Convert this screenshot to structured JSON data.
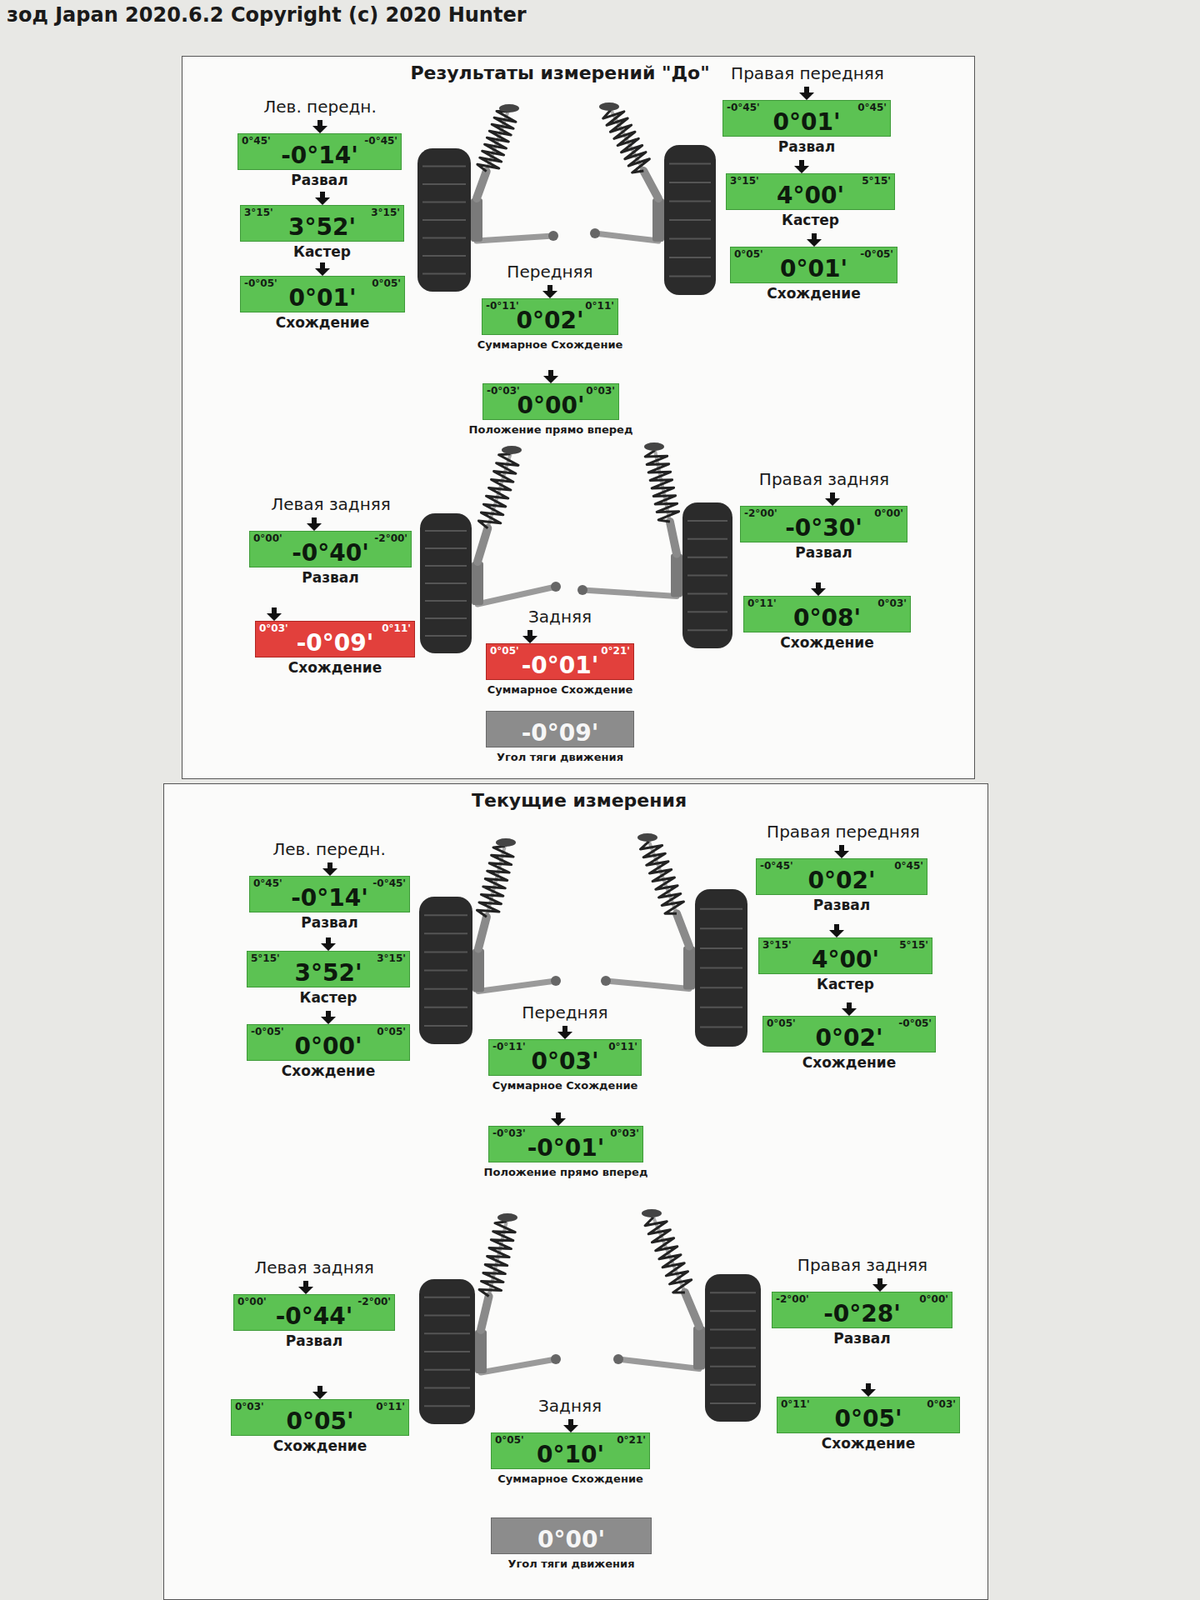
{
  "diagram": {
    "nodes": [
      {
        "text": [
          "Результаты измерений \"До\""
        ]
      },
      {
        "text": [
          "-0°14'",
          "0°45'",
          "-0°45'",
          "Развал"
        ],
        "in": 0
      },
      {
        "text": [
          "3°52'",
          "3°15'",
          "3°15'",
          "Кастер"
        ],
        "in": 0
      },
      {
        "text": [
          "0°01'",
          "-0°05'",
          "0°05'",
          "Схождение"
        ],
        "in": 0
      },
      {
        "text": [
          "0°01'",
          "-0°45'",
          "0°45'",
          "Развал"
        ],
        "in": 0
      },
      {
        "text": [
          "4°00'",
          "3°15'",
          "5°15'",
          "Кастер"
        ],
        "in": 0
      },
      {
        "text": [
          "0°01'",
          "0°05'",
          "-0°05'",
          "Схождение"
        ],
        "in": 0
      },
      {
        "text": [
          "0°02'",
          "-0°11'",
          "0°11'",
          "Суммарное Схождение"
        ],
        "in": 0
      },
      {
        "text": [
          "0°00'",
          "-0°03'",
          "0°03'",
          "Положение прямо вперед"
        ],
        "in": 0
      },
      {
        "text": [
          "-0°40'",
          "0°00'",
          "-2°00'",
          "Развал"
        ],
        "in": 0
      },
      {
        "text": [
          "-0°09'",
          "0°03'",
          "0°11'",
          "Схождение"
        ],
        "in": 0
      },
      {
        "text": [
          "-0°30'",
          "-2°00'",
          "0°00'",
          "Развал"
        ],
        "in": 0
      },
      {
        "text": [
          "0°08'",
          "0°11'",
          "0°03'",
          "Схождение"
        ],
        "in": 0
      },
      {
        "text": [
          "-0°01'",
          "0°05'",
          "0°21'",
          "Суммарное Схождение"
        ],
        "in": 0
      },
      {
        "text": [
          "-0°09'",
          "Угол тяги движения"
        ],
        "in": 0
      },
      {
        "text": [
          "Текущие измерения"
        ]
      },
      {
        "text": [
          "-0°14'",
          "0°45'",
          "-0°45'",
          "Развал"
        ],
        "in": 15
      },
      {
        "text": [
          "3°52'",
          "5°15'",
          "3°15'",
          "Кастер"
        ],
        "in": 15
      },
      {
        "text": [
          "0°00'",
          "-0°05'",
          "0°05'",
          "Схождение"
        ],
        "in": 15
      },
      {
        "text": [
          "0°02'",
          "-0°45'",
          "0°45'",
          "Развал"
        ],
        "in": 15
      },
      {
        "text": [
          "4°00'",
          "3°15'",
          "5°15'",
          "Кастер"
        ],
        "in": 15
      },
      {
        "text": [
          "0°02'",
          "0°05'",
          "-0°05'",
          "Схождение"
        ],
        "in": 15
      },
      {
        "text": [
          "0°03'",
          "-0°11'",
          "0°11'",
          "Суммарное Схождение"
        ],
        "in": 15
      },
      {
        "text": [
          "-0°01'",
          "-0°03'",
          "0°03'",
          "Положение прямо вперед"
        ],
        "in": 15
      },
      {
        "text": [
          "-0°44'",
          "0°00'",
          "-2°00'",
          "Развал"
        ],
        "in": 15
      },
      {
        "text": [
          "0°05'",
          "0°03'",
          "0°11'",
          "Схождение"
        ],
        "in": 15
      },
      {
        "text": [
          "-0°28'",
          "-2°00'",
          "0°00'",
          "Развал"
        ],
        "in": 15
      },
      {
        "text": [
          "0°05'",
          "0°11'",
          "0°03'",
          "Схождение"
        ],
        "in": 15
      },
      {
        "text": [
          "0°10'",
          "0°05'",
          "0°21'",
          "Суммарное Схождение"
        ],
        "in": 15
      },
      {
        "text": [
          "0°00'",
          "Угол тяги движения"
        ],
        "in": 15
      }
    ],
    "labels": [
      "зод Japan 2020.6.2 Copyright (c) 2020 Hunter",
      "Лев. передн.",
      "Правая передняя",
      "Передняя",
      "Левая задняя",
      "Правая задняя",
      "Задняя",
      "Лев. передн.",
      "Правая передняя",
      "Передняя",
      "Левая задняя",
      "Правая задняя",
      "Задняя"
    ]
  }
}
